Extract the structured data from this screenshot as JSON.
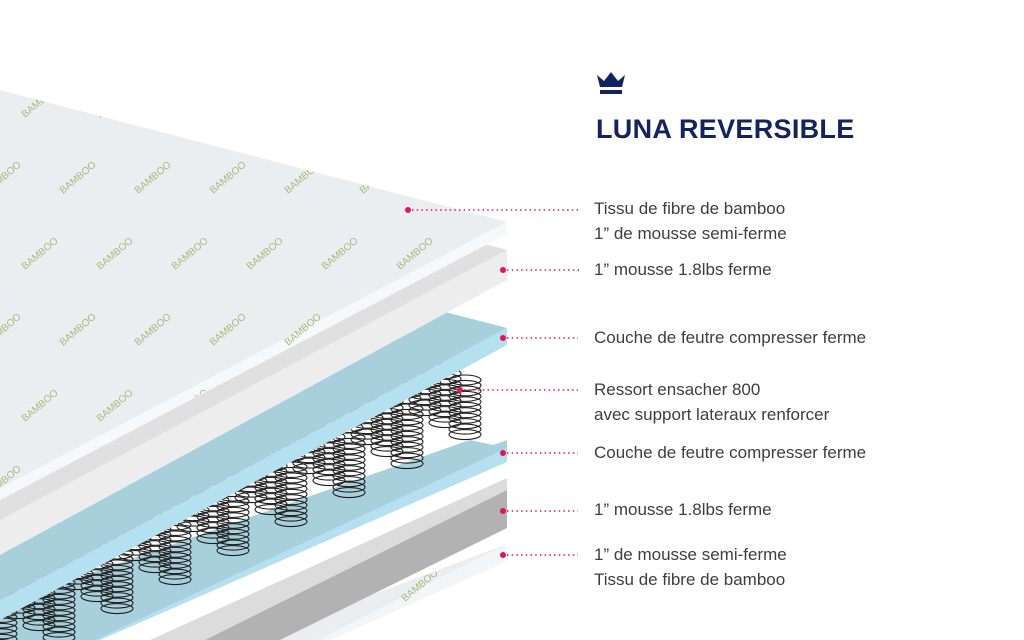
{
  "brand": {
    "icon": "crown-icon",
    "title": "LUNA REVERSIBLE",
    "color": "#13235e"
  },
  "accent_color": "#e0185a",
  "layers": [
    {
      "id": "top-fabric",
      "lines": [
        "Tissu de fibre de bamboo",
        "1” de mousse semi-ferme"
      ]
    },
    {
      "id": "top-foam",
      "lines": [
        "1” mousse 1.8lbs ferme"
      ]
    },
    {
      "id": "top-felt",
      "lines": [
        "Couche de feutre compresser ferme"
      ]
    },
    {
      "id": "springs",
      "lines": [
        "Ressort ensacher 800",
        "avec support lateraux renforcer"
      ]
    },
    {
      "id": "bottom-felt",
      "lines": [
        "Couche de feutre compresser ferme"
      ]
    },
    {
      "id": "bottom-foam",
      "lines": [
        "1” mousse 1.8lbs ferme"
      ]
    },
    {
      "id": "bottom-fabric",
      "lines": [
        "1” de mousse semi-ferme",
        "Tissu de fibre de bamboo"
      ]
    }
  ],
  "fabric_pattern_text": "BAMBOO",
  "fabric_pattern_color": "#a7bb7e"
}
